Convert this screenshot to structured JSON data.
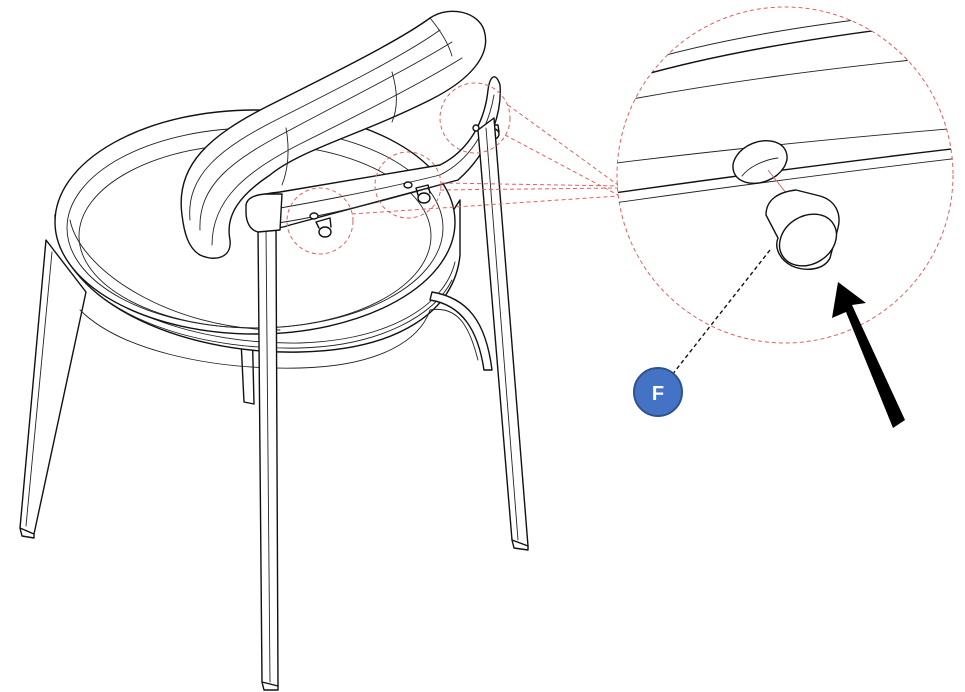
{
  "figure": {
    "type": "assembly-instruction",
    "subject": "chair-backrest-dowel-insertion"
  },
  "callout": {
    "label": "F",
    "fill_color": "#4472C4",
    "stroke_color": "#2F528F",
    "text_color": "#FFFFFF"
  },
  "detail_view": {
    "line_color": "#E06060",
    "line_style": "dashed"
  },
  "arrow": {
    "color": "#000000",
    "direction": "up-left"
  }
}
